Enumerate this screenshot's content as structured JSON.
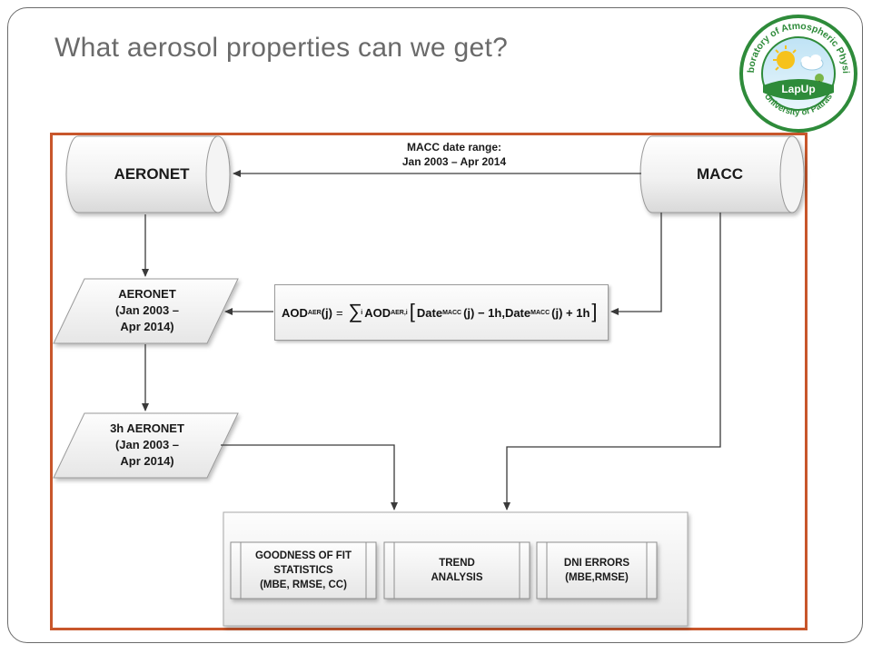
{
  "slide": {
    "title": "What aerosol properties can we get?"
  },
  "logo": {
    "ring_text": "Laboratory of Atmospheric Physics",
    "bottom_text": "University of Patras",
    "badge_text": "LapUp"
  },
  "diagram": {
    "aeronet_db": "AERONET",
    "macc_db": "MACC",
    "date_range_line1": "MACC date range:",
    "date_range_line2": "Jan 2003 – Apr 2014",
    "aeronet_data": {
      "line1": "AERONET",
      "line2": "(Jan 2003 –",
      "line3": "Apr 2014)"
    },
    "aeronet_3h": {
      "line1": "3h AERONET",
      "line2": "(Jan 2003 –",
      "line3": "Apr 2014)"
    },
    "formula": {
      "lhs": "AOD",
      "lhs_sub": "AER",
      "lhs_arg": "(j)",
      "eq": "=",
      "sum": "∑",
      "sum_index": "i",
      "term": "AOD",
      "term_sub": "AER,i",
      "lbr": "[",
      "date1": "Date",
      "date1_sub": "MACC",
      "date1_tail": "(j) − 1h,",
      "date2": "Date",
      "date2_sub": "MACC",
      "date2_tail": "(j) + 1h",
      "rbr": "]"
    },
    "outputs": {
      "gof": {
        "line1": "GOODNESS OF FIT",
        "line2": "STATISTICS",
        "line3": "(MBE, RMSE, CC)"
      },
      "trend": {
        "line1": "TREND",
        "line2": "ANALYSIS"
      },
      "dni": {
        "line1": "DNI ERRORS",
        "line2": "(MBE,RMSE)"
      }
    }
  },
  "colors": {
    "frame_border": "#c8562b",
    "logo_green": "#2e8b3a",
    "logo_text": "#c0392b"
  }
}
